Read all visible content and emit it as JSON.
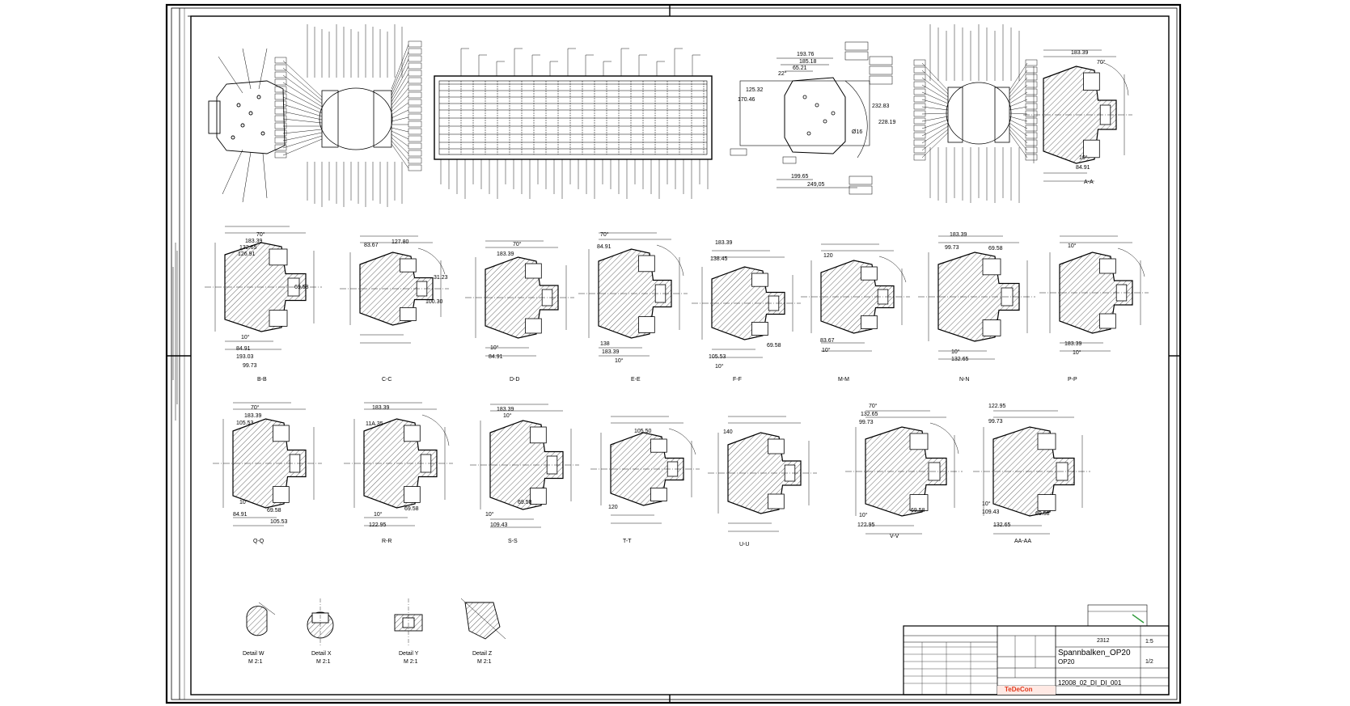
{
  "title_block": {
    "part_name": "Spannbalken_OP20",
    "operation": "OP20",
    "drawing_number": "12008_02_DI_DI_001",
    "order_number": "2312",
    "scale": "1:5",
    "sheet": "1/2",
    "company": "TeDeCon",
    "brand_color": "#e03a1e"
  },
  "sections": [
    {
      "id": "sec-a-a",
      "label": "A-A"
    },
    {
      "id": "sec-b-b",
      "label": "B-B"
    },
    {
      "id": "sec-c-c",
      "label": "C-C"
    },
    {
      "id": "sec-d-d",
      "label": "D-D"
    },
    {
      "id": "sec-e-e",
      "label": "E-E"
    },
    {
      "id": "sec-f-f",
      "label": "F-F"
    },
    {
      "id": "sec-m-m",
      "label": "M-M"
    },
    {
      "id": "sec-n-n",
      "label": "N-N"
    },
    {
      "id": "sec-p-p",
      "label": "P-P"
    },
    {
      "id": "sec-q-q",
      "label": "Q-Q"
    },
    {
      "id": "sec-r-r",
      "label": "R-R"
    },
    {
      "id": "sec-s-s",
      "label": "S-S"
    },
    {
      "id": "sec-t-t",
      "label": "T-T"
    },
    {
      "id": "sec-u-u",
      "label": "U-U"
    },
    {
      "id": "sec-v-v",
      "label": "V-V"
    },
    {
      "id": "sec-aa-aa",
      "label": "AA-AA"
    }
  ],
  "details": [
    {
      "id": "detail-w",
      "label": "Detail W",
      "scale": "M 2:1"
    },
    {
      "id": "detail-x",
      "label": "Detail X",
      "scale": "M 2:1"
    },
    {
      "id": "detail-y",
      "label": "Detail Y",
      "scale": "M 2:1"
    },
    {
      "id": "detail-z",
      "label": "Detail Z",
      "scale": "M 2:1"
    }
  ],
  "dimensions": {
    "top_view": [
      "193.76",
      "185.18",
      "65.21",
      "22°",
      "199.65",
      "249,05",
      "232.83",
      "228.19",
      "170.46",
      "125.32",
      "Ø16 "
    ],
    "section_a": [
      "183.39",
      "70°",
      "84.91",
      "10°"
    ],
    "section_b": [
      "70°",
      "183.39",
      "132.65",
      "126.91",
      "69.58",
      "99.73",
      "193.03",
      "84.91",
      "10°"
    ],
    "section_c": [
      "83.67",
      "127.80",
      "31.23",
      "100.30"
    ],
    "section_d": [
      "70°",
      "183.39",
      "84.91",
      "10°"
    ],
    "section_e": [
      "70°",
      "84.91",
      "138",
      "183.39",
      "10°"
    ],
    "section_f": [
      "183.39",
      "138.45",
      "105.53",
      "69.58",
      "10°"
    ],
    "section_m": [
      "120",
      "83.67",
      "10°"
    ],
    "section_n": [
      "183.39",
      "99.73",
      "69.58",
      "132.65",
      "10°"
    ],
    "section_p": [
      "10°",
      "183.39",
      "10°"
    ],
    "section_q": [
      "70°",
      "183.39",
      "105.53",
      "84.91",
      "69.58",
      "105.53",
      "10°"
    ],
    "section_r": [
      "183.39",
      "11A.35",
      "69.58",
      "122.95",
      "10°"
    ],
    "section_s": [
      "183.39",
      "10°",
      "69.58",
      "109.43",
      "10°"
    ],
    "section_t": [
      "105.50",
      "120"
    ],
    "section_u": [
      "140"
    ],
    "section_v": [
      "70°",
      "132.65",
      "99.73",
      "69.58",
      "122.95",
      "10°"
    ],
    "section_aa": [
      "122.95",
      "99.73",
      "69.58",
      "109.43",
      "132.65",
      "10°"
    ]
  },
  "colors": {
    "line": "#000000",
    "paper": "#ffffff",
    "hatch": "#000000"
  }
}
